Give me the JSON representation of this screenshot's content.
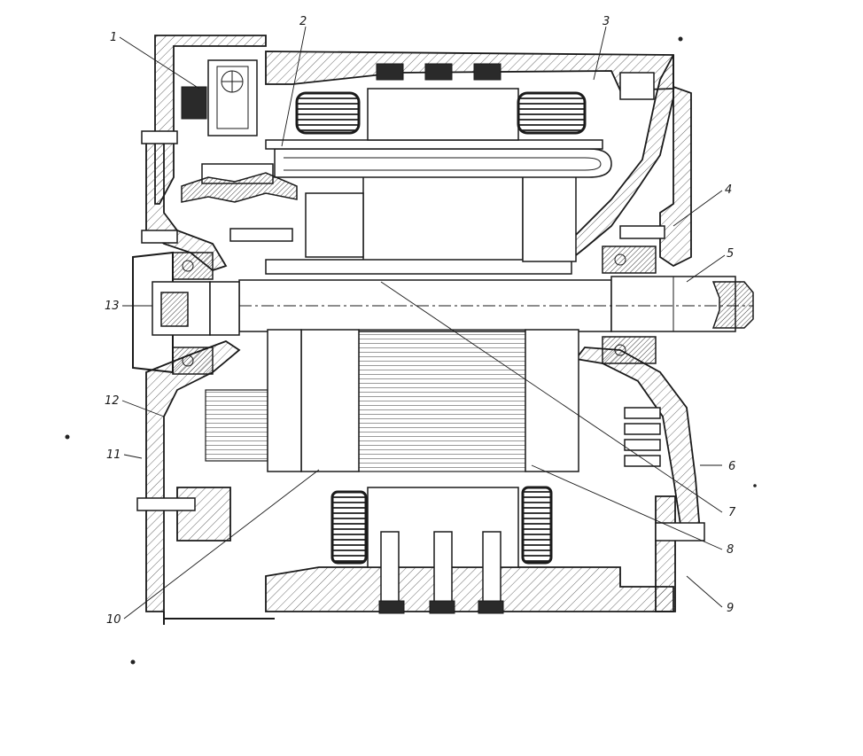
{
  "figure": {
    "callouts": [
      "1",
      "2",
      "3",
      "4",
      "5",
      "6",
      "7",
      "8",
      "9",
      "10",
      "11",
      "12",
      "13"
    ]
  }
}
